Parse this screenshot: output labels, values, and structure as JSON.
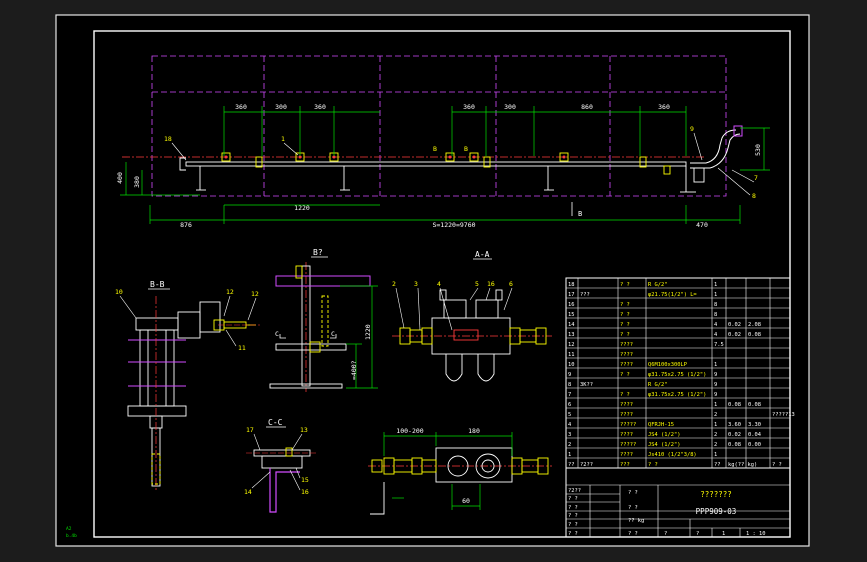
{
  "drawing": {
    "corner_code": "A2",
    "corner_code2": "b.4b"
  },
  "views": {
    "top_dims": [
      "360",
      "300",
      "360",
      "360",
      "300",
      "860",
      "360"
    ],
    "left_dims": [
      "400",
      "380"
    ],
    "right_dim": "530",
    "bottom_dims": [
      "876",
      "1220",
      "S=1220=9760",
      "470"
    ],
    "callouts_main": [
      "18",
      "1",
      "B",
      "B",
      "9",
      "7",
      "8"
    ],
    "arrow_b": "B",
    "view_bb": "B-B",
    "view_bq": "B?",
    "view_aa": "A-A",
    "view_cc": "C-C",
    "bb_labels": [
      "10",
      "12",
      "12",
      "11"
    ],
    "bq_labels": [
      "1220",
      "C",
      "C",
      "=400?"
    ],
    "aa_labels": [
      "2",
      "3",
      "4",
      "5",
      "16",
      "6"
    ],
    "cc_labels": [
      "17",
      "13",
      "14",
      "15",
      "16"
    ],
    "bottom_view_dims": [
      "100-200",
      "180",
      "60"
    ]
  },
  "parts_table": {
    "rows": [
      {
        "no": "18",
        "code": "",
        "name": "? ?",
        "spec": "R G/2\"",
        "qty": "1",
        "w1": "",
        "w2": "",
        "note": ""
      },
      {
        "no": "17",
        "code": "???",
        "name": "",
        "spec": "φ21.75(1/2\") L=",
        "qty": "1",
        "w1": "",
        "w2": "",
        "note": ""
      },
      {
        "no": "16",
        "code": "",
        "name": "? ?",
        "spec": "",
        "qty": "8",
        "w1": "",
        "w2": "",
        "note": ""
      },
      {
        "no": "15",
        "code": "",
        "name": "? ?",
        "spec": "",
        "qty": "8",
        "w1": "",
        "w2": "",
        "note": ""
      },
      {
        "no": "14",
        "code": "",
        "name": "? ?",
        "spec": "",
        "qty": "4",
        "w1": "0.02",
        "w2": "2.08",
        "note": ""
      },
      {
        "no": "13",
        "code": "",
        "name": "? ?",
        "spec": "",
        "qty": "4",
        "w1": "0.02",
        "w2": "0.08",
        "note": ""
      },
      {
        "no": "12",
        "code": "",
        "name": "????",
        "spec": "",
        "qty": "7.5",
        "w1": "",
        "w2": "",
        "note": ""
      },
      {
        "no": "11",
        "code": "",
        "name": "????",
        "spec": "",
        "qty": "",
        "w1": "",
        "w2": "",
        "note": ""
      },
      {
        "no": "10",
        "code": "",
        "name": "????",
        "spec": "Q6M100x300LP",
        "qty": "1",
        "w1": "",
        "w2": "",
        "note": ""
      },
      {
        "no": "9",
        "code": "",
        "name": "? ?",
        "spec": "φ31.75x2.75 (1/2\")",
        "qty": "9",
        "w1": "",
        "w2": "",
        "note": ""
      },
      {
        "no": "8",
        "code": "3K??",
        "name": "",
        "spec": "R G/2\"",
        "qty": "9",
        "w1": "",
        "w2": "",
        "note": ""
      },
      {
        "no": "7",
        "code": "",
        "name": "? ?",
        "spec": "φ31.75x2.75 (1/2\")",
        "qty": "9",
        "w1": "",
        "w2": "",
        "note": ""
      },
      {
        "no": "6",
        "code": "",
        "name": "????",
        "spec": "",
        "qty": "1",
        "w1": "0.08",
        "w2": "0.08",
        "note": ""
      },
      {
        "no": "5",
        "code": "",
        "name": "????",
        "spec": "",
        "qty": "2",
        "w1": "",
        "w2": "",
        "note": "?????13"
      },
      {
        "no": "4",
        "code": "",
        "name": "?????",
        "spec": "QFRJH-15",
        "qty": "1",
        "w1": "3.60",
        "w2": "3.30",
        "note": ""
      },
      {
        "no": "3",
        "code": "",
        "name": "????",
        "spec": "JS4 (1/2\")",
        "qty": "2",
        "w1": "0.02",
        "w2": "0.04",
        "note": ""
      },
      {
        "no": "2",
        "code": "",
        "name": "?????",
        "spec": "JS4 (1/2\")",
        "qty": "2",
        "w1": "0.08",
        "w2": "0.00",
        "note": ""
      },
      {
        "no": "1",
        "code": "",
        "name": "????",
        "spec": "Js410 (1/2\"3/8)",
        "qty": "1",
        "w1": "",
        "w2": "",
        "note": ""
      },
      {
        "no": "??",
        "code": "?2??",
        "name": "???",
        "spec": "? ?",
        "qty": "??",
        "w1": "kg(?? kg)",
        "w2": "",
        "note": "? ?"
      }
    ]
  },
  "title_block": {
    "left_labels": [
      "?2??",
      "? ?",
      "? ?",
      "? ?",
      "? ?",
      "? ?"
    ],
    "mid_labels": [
      "? ?",
      "? ?",
      "?? kg",
      "? ?"
    ],
    "title": "???????",
    "code": "PPP909-03",
    "bottom_row": [
      "?",
      "?",
      "1",
      "1 : 10"
    ]
  }
}
